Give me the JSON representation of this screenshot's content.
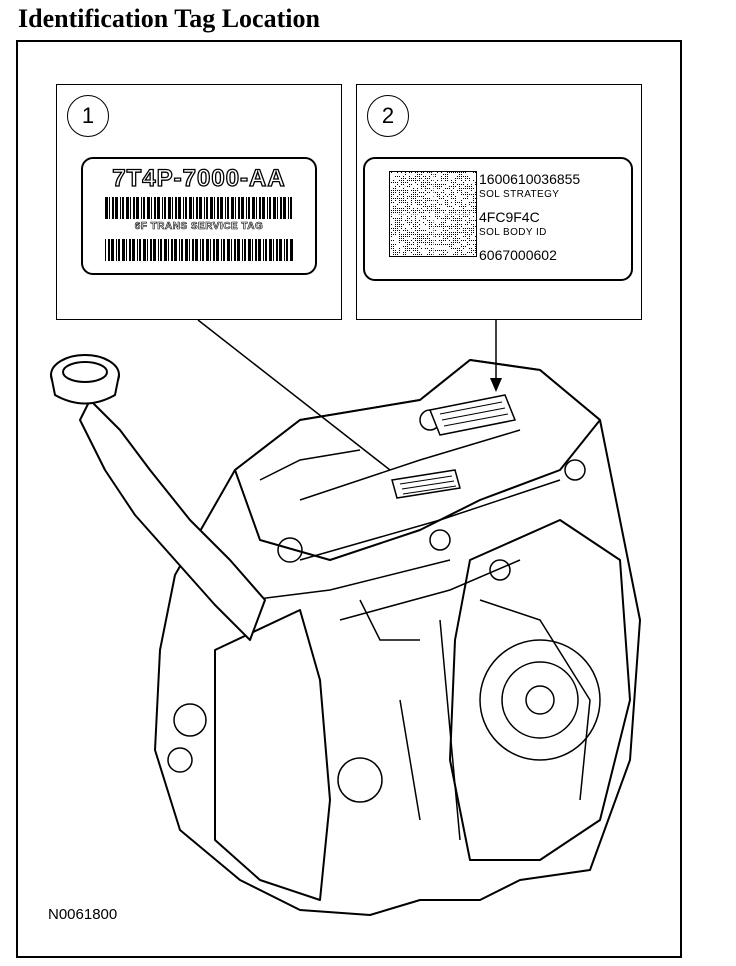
{
  "header": {
    "title": "Identification Tag Location"
  },
  "callouts": [
    {
      "number": "1",
      "part_number": "7T4P-7000-AA",
      "caption": "6F TRANS SERVICE TAG"
    },
    {
      "number": "2",
      "lines": [
        {
          "text": "1600610036855",
          "style": "big"
        },
        {
          "text": "SOL STRATEGY",
          "style": "small"
        },
        {
          "text": "4FC9F4C",
          "style": "big"
        },
        {
          "text": "SOL BODY ID",
          "style": "small"
        },
        {
          "text": "6067000602",
          "style": "big"
        }
      ]
    }
  ],
  "figure": {
    "id": "N0061800"
  },
  "icons": [
    "barcode",
    "stippled-label",
    "transmission-illustration",
    "filler-cap",
    "pointer-arrow"
  ]
}
